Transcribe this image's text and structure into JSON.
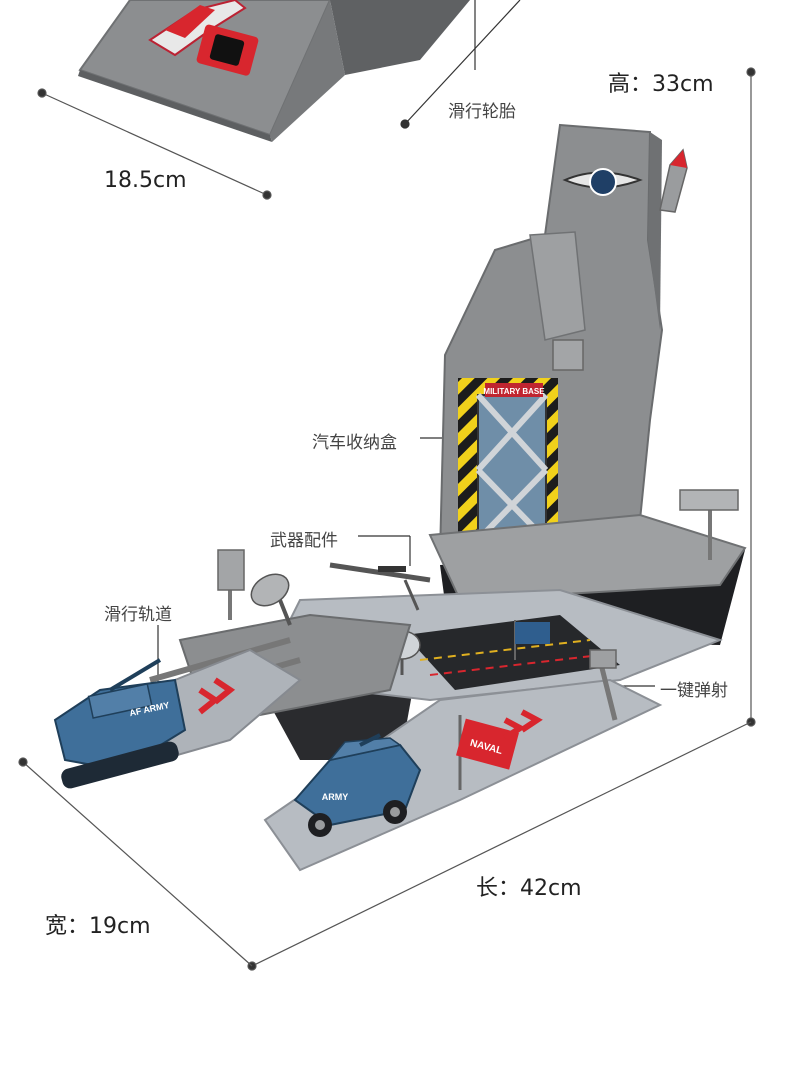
{
  "dimensions": {
    "height": "高：33cm",
    "length": "长：42cm",
    "width": "宽：19cm",
    "top_piece_width": "18.5cm"
  },
  "callouts": {
    "wheels": "滑行轮胎",
    "car_storage": "汽车收纳盒",
    "weapon_parts": "武器配件",
    "slide_track": "滑行轨道",
    "one_key_launch": "一键弹射"
  },
  "decals": {
    "base_sign": "MILITARY BASE",
    "naval_sign": "NAVAL",
    "army_badge": "ARMY",
    "car_army": "ARMY",
    "tank_text": "AF ARMY"
  },
  "colors": {
    "hull_gray": "#8c8e90",
    "deck_light": "#b7bcc2",
    "deck_dark": "#2a2b2e",
    "hull_black": "#1e1f22",
    "vehicle_blue": "#3f6f9a",
    "accent_red": "#d8262e",
    "hazard_yellow": "#f1d11b"
  }
}
